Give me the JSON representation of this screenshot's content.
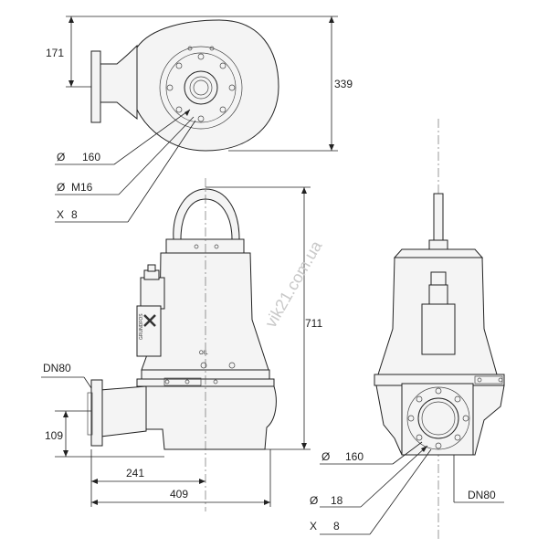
{
  "watermark": "vik21.com.ua",
  "top_view": {
    "dim_171": "171",
    "dim_339": "339",
    "diam_symbol": "Ø",
    "bolt_circle": "160",
    "bolt_thread": "M16",
    "bolt_count_prefix": "X",
    "bolt_count": "8"
  },
  "side_view": {
    "outlet_label": "DN80",
    "dim_109": "109",
    "dim_241": "241",
    "dim_409": "409",
    "dim_711": "711",
    "oil_label": "OIL",
    "brand": "GRUNDFOS"
  },
  "front_view": {
    "diam_symbol": "Ø",
    "bolt_circle": "160",
    "hole_diameter": "18",
    "hole_count_prefix": "X",
    "hole_count": "8",
    "outlet_label": "DN80"
  }
}
